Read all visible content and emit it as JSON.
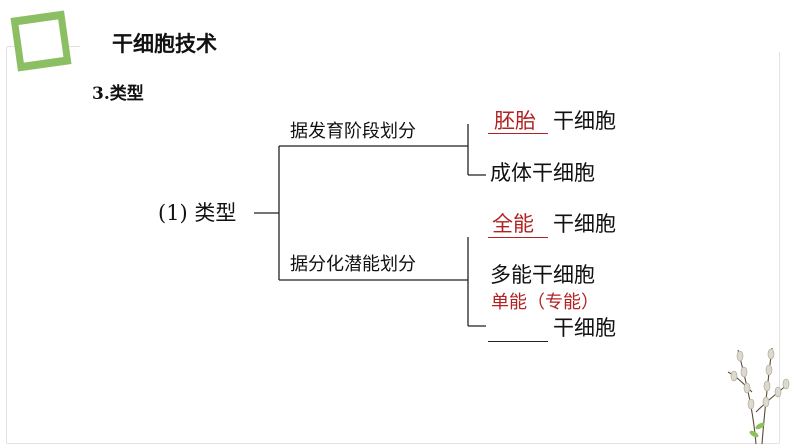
{
  "header": {
    "title": "干细胞技术"
  },
  "section": {
    "heading": "3.类型"
  },
  "diagram": {
    "root": "(1) 类型",
    "branch1": {
      "label": "据发育阶段划分",
      "leaf1_answer": "胚胎",
      "leaf1_suffix": "干细胞",
      "leaf2": "成体干细胞"
    },
    "branch2": {
      "label": "据分化潜能划分",
      "leaf1_answer": "全能",
      "leaf1_suffix": "干细胞",
      "leaf2": "多能干细胞",
      "leaf3_answer": "单能（专能）",
      "leaf3_suffix": "干细胞"
    }
  },
  "colors": {
    "accent_green": "#8cbf63",
    "answer_red": "#b22222",
    "text": "#111111"
  }
}
